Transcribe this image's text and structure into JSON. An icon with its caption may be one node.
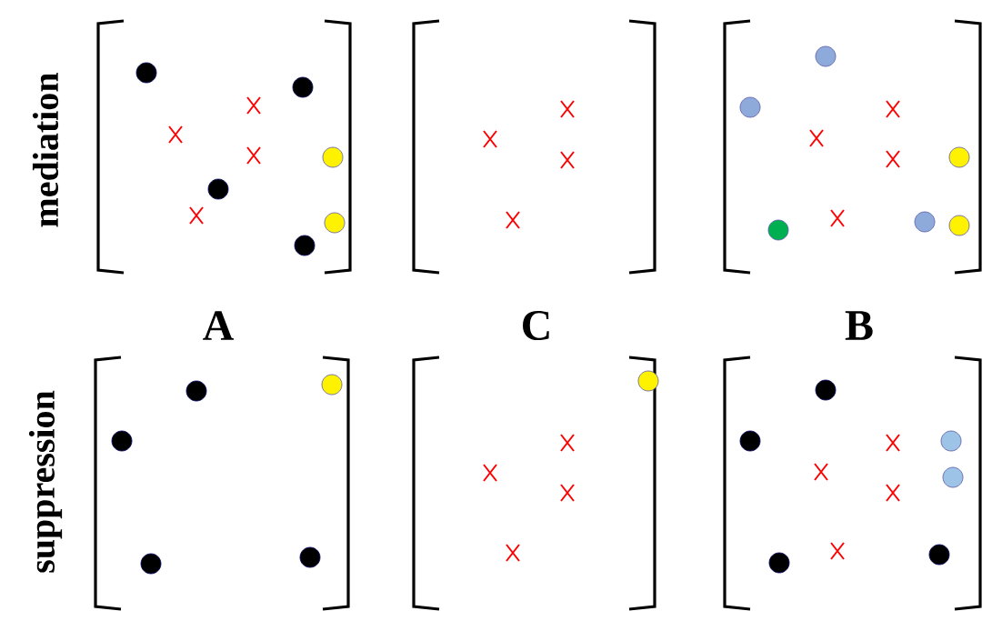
{
  "diagram": {
    "labels": [
      "mediation",
      "A",
      "C",
      "B",
      "suppression"
    ]
  }
}
